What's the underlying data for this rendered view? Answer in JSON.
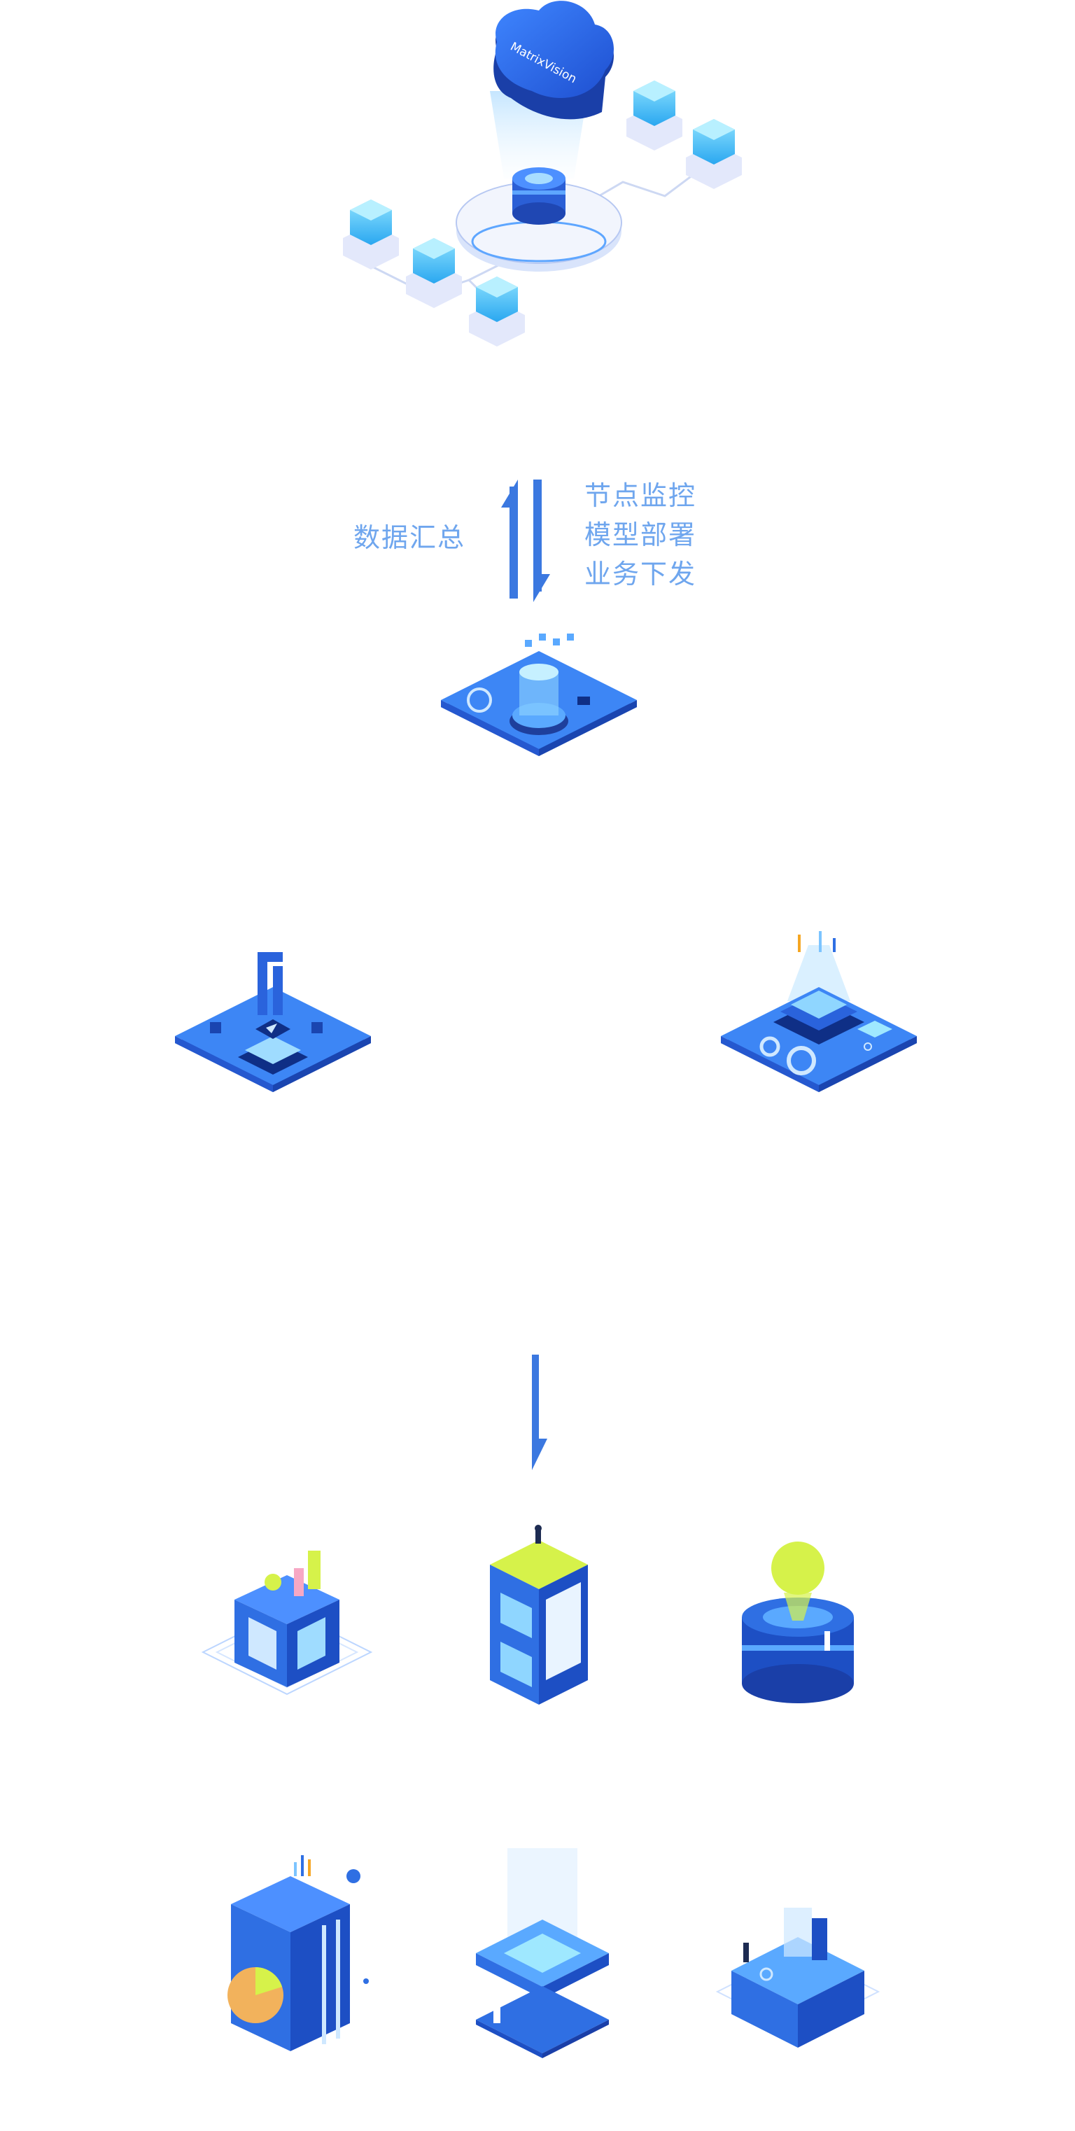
{
  "cloud": {
    "brand": "MatrixVision",
    "icon": "cloud-icon"
  },
  "flow": {
    "left_label": "数据汇总",
    "right_labels": [
      "节点监控",
      "模型部署",
      "业务下发"
    ],
    "up_arrow_icon": "arrow-up-icon",
    "down_arrow_icon": "arrow-down-icon"
  },
  "nodes": {
    "center": "edge-platform-icon",
    "left": "media-platform-icon",
    "right": "chip-platform-icon"
  },
  "apps": [
    "analytics-cube-icon",
    "document-stack-icon",
    "lightbulb-database-icon",
    "report-tower-icon",
    "server-stack-icon",
    "data-box-icon"
  ],
  "colors": {
    "primary": "#2f6fe3",
    "primary_dark": "#1d4fc4",
    "accent_light": "#7cc4ff",
    "label_blue": "#6fa6ee",
    "highlight": "#d6f24a",
    "platter": "#e9eefb"
  }
}
